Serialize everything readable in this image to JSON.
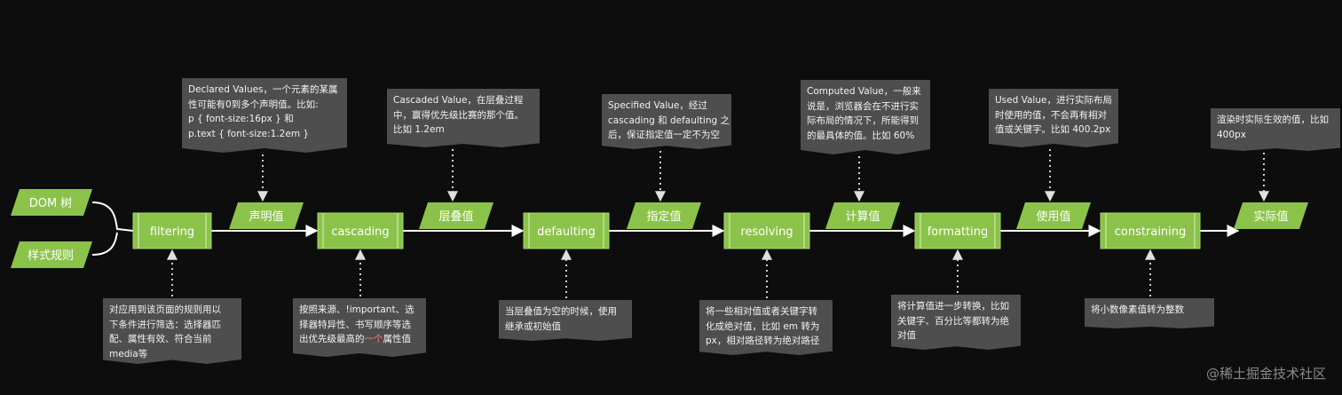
{
  "inputs": [
    {
      "id": "dom",
      "label": "DOM 树"
    },
    {
      "id": "rules",
      "label": "样式规则"
    }
  ],
  "processes": [
    {
      "id": "filtering",
      "label": "filtering"
    },
    {
      "id": "cascading",
      "label": "cascading"
    },
    {
      "id": "defaulting",
      "label": "defaulting"
    },
    {
      "id": "resolving",
      "label": "resolving"
    },
    {
      "id": "formatting",
      "label": "formatting"
    },
    {
      "id": "constraining",
      "label": "constraining"
    }
  ],
  "outputs": [
    {
      "id": "declared",
      "label": "声明值"
    },
    {
      "id": "cascaded",
      "label": "层叠值"
    },
    {
      "id": "specified",
      "label": "指定值"
    },
    {
      "id": "computed",
      "label": "计算值"
    },
    {
      "id": "used",
      "label": "使用值"
    },
    {
      "id": "actual",
      "label": "实际值"
    }
  ],
  "notes_top": [
    {
      "id": "declared-note",
      "lines": [
        "Declared Values，一个元素的某属",
        "性可能有0到多个声明值。比如:",
        "p { font-size:16px } 和",
        "p.text { font-size:1.2em }"
      ]
    },
    {
      "id": "cascaded-note",
      "lines": [
        "Cascaded Value，在层叠过程",
        "中，赢得优先级比赛的那个值。",
        "比如 1.2em"
      ]
    },
    {
      "id": "specified-note",
      "lines": [
        "Specified Value，经过",
        "cascading 和 defaulting 之",
        "后，保证指定值一定不为空"
      ]
    },
    {
      "id": "computed-note",
      "lines": [
        "Computed Value，一般来",
        "说是，浏览器会在不进行实",
        "际布局的情况下，所能得到",
        "的最具体的值。比如 60%"
      ]
    },
    {
      "id": "used-note",
      "lines": [
        "Used Value，进行实际布局",
        "时使用的值，不会再有相对",
        "值或关键字。比如 400.2px"
      ]
    },
    {
      "id": "actual-note",
      "lines": [
        "渲染时实际生效的值，比如",
        "400px"
      ]
    }
  ],
  "notes_bottom": [
    {
      "id": "filtering-note",
      "lines": [
        "对应用到该页面的规则用以",
        "下条件进行筛选：选择器匹",
        "配、属性有效、符合当前",
        "media等"
      ]
    },
    {
      "id": "cascading-note",
      "lines": [
        "按照来源、!important、选",
        "择器特异性、书写顺序等选",
        "出优先级最高的"
      ],
      "highlight": "一个",
      "tail": "属性值"
    },
    {
      "id": "defaulting-note",
      "lines": [
        "当层叠值为空的时候，使用",
        "继承或初始值"
      ]
    },
    {
      "id": "resolving-note",
      "lines": [
        "将一些相对值或者关键字转",
        "化成绝对值，比如 em 转为",
        "px，相对路径转为绝对路径"
      ]
    },
    {
      "id": "formatting-note",
      "lines": [
        "将计算值进一步转换，比如",
        "关键字、百分比等都转为绝",
        "对值"
      ]
    },
    {
      "id": "constraining-note",
      "lines": [
        "将小数像素值转为整数"
      ]
    }
  ],
  "watermark": "@稀土掘金技术社区",
  "colors": {
    "background": "#0d0d0d",
    "node_green": "#8bc34a",
    "node_border": "#a5d66a",
    "note_bg": "#4e4e4e",
    "line": "#ffffff",
    "dotted": "#cfcfcf",
    "highlight": "#ff7b7b"
  }
}
